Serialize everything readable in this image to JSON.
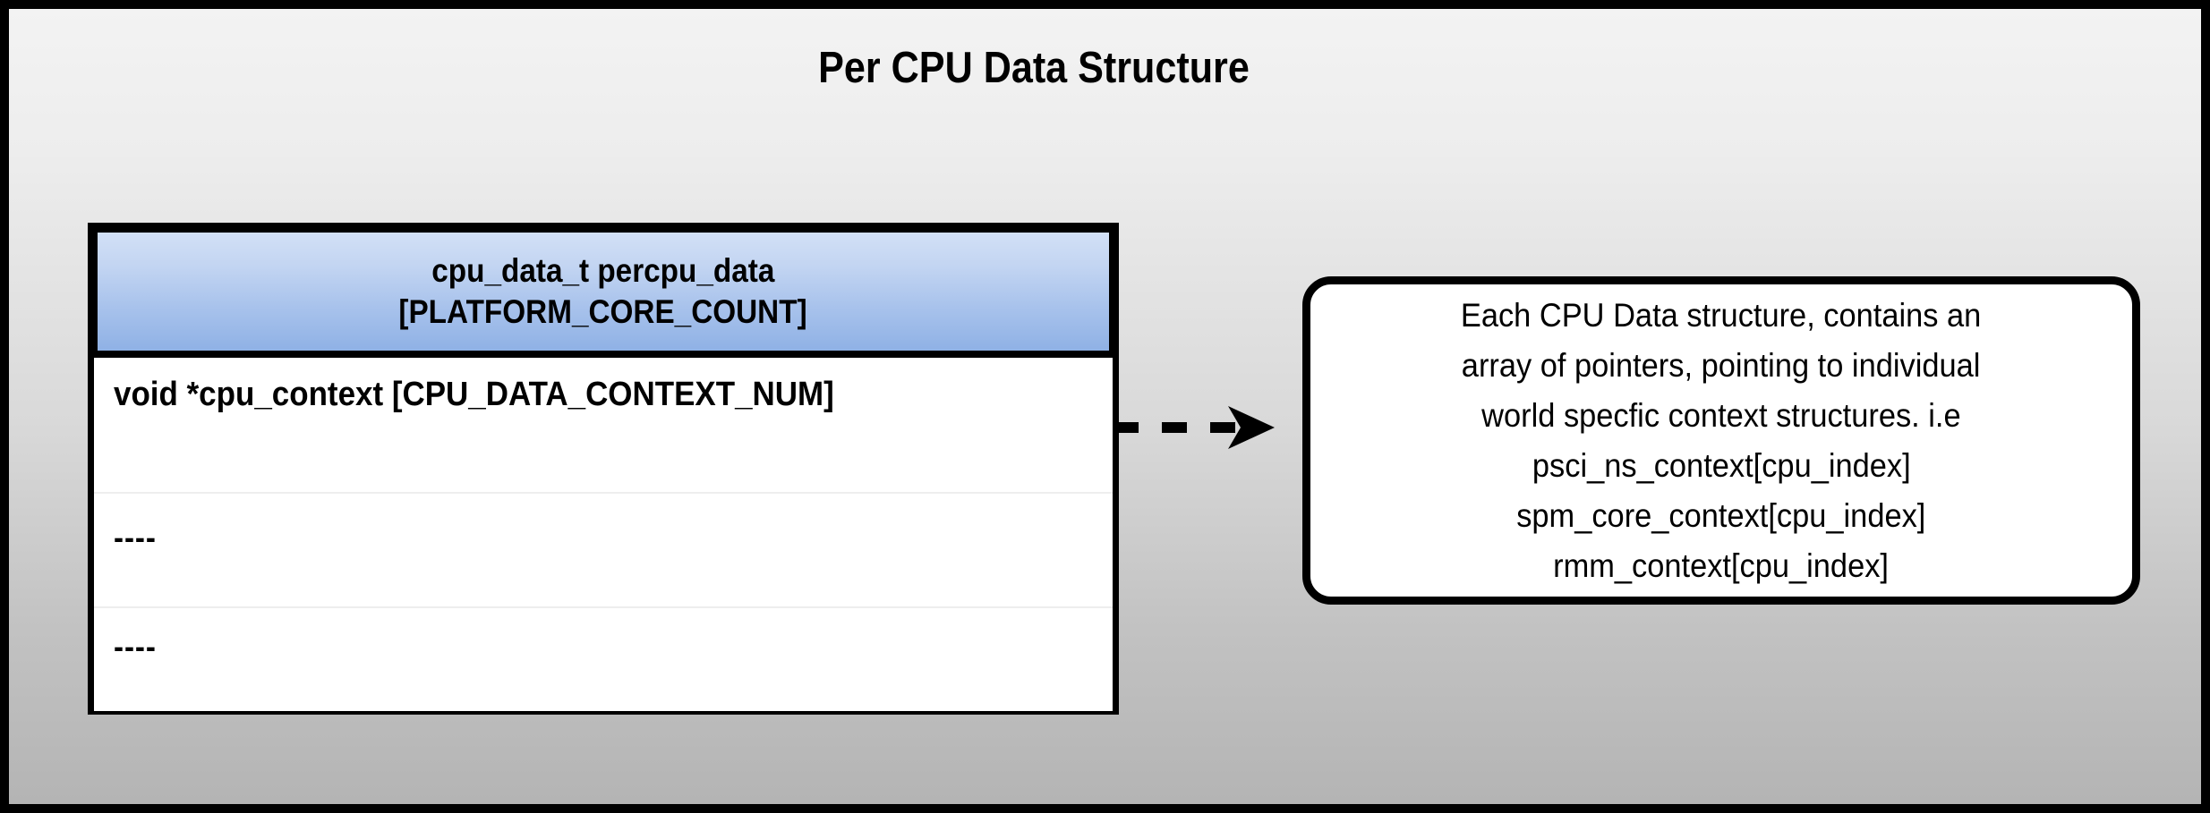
{
  "diagram": {
    "title": "Per CPU Data Structure",
    "background_top_color": "#f3f3f3",
    "background_bottom_color": "#b4b4b4",
    "border_color": "#000000"
  },
  "struct_table": {
    "header": {
      "line1": "cpu_data_t percpu_data",
      "line2": "[PLATFORM_CORE_COUNT]",
      "gradient_top_color": "#d2e0f6",
      "gradient_bottom_color": "#8fb1e5"
    },
    "rows": [
      {
        "text": "void *cpu_context [CPU_DATA_CONTEXT_NUM]"
      },
      {
        "text": "----"
      },
      {
        "text": "----"
      }
    ]
  },
  "connector": {
    "style": "dashed-arrow",
    "direction": "right",
    "color": "#000000",
    "dash_count": 3
  },
  "callout": {
    "lines": [
      "Each CPU Data structure, contains an",
      "array of pointers, pointing to individual",
      "world specfic context structures. i.e",
      "psci_ns_context[cpu_index]",
      "spm_core_context[cpu_index]",
      "rmm_context[cpu_index]"
    ],
    "border_color": "#000000",
    "background_color": "#ffffff"
  }
}
